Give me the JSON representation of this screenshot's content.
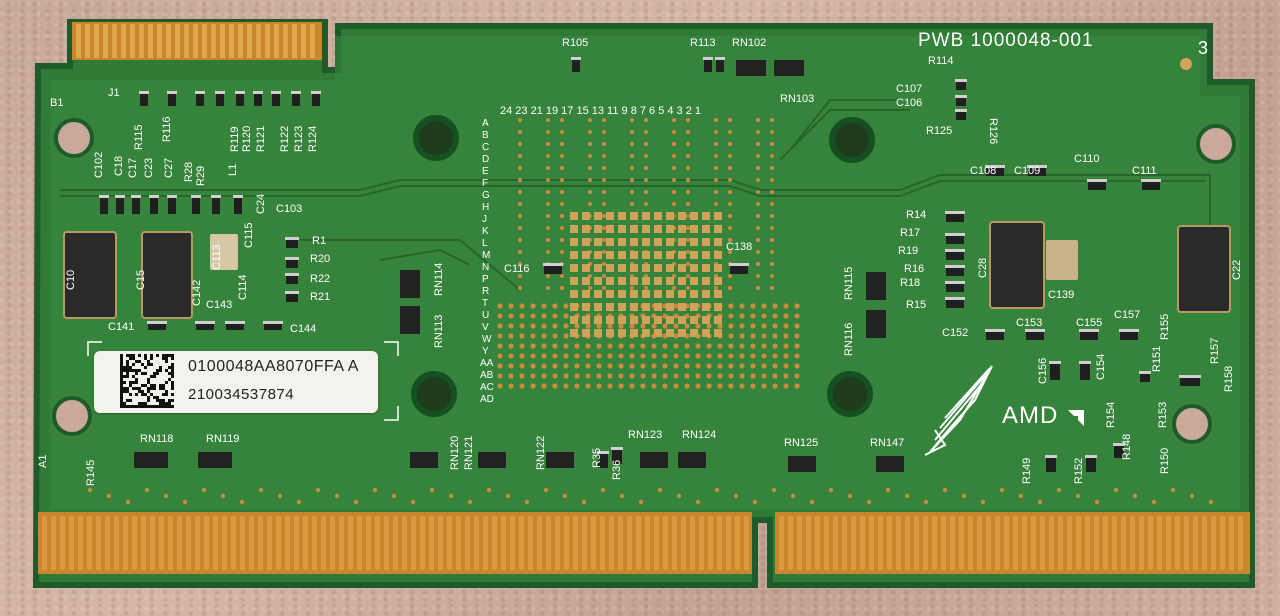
{
  "board": {
    "pwb_label": "PWB 1000048-001",
    "revision": "3",
    "logo_text": "AMD",
    "sticker_line1": "0100048AA8070FFA A",
    "sticker_line2": "210034537874",
    "colors": {
      "pcb": "#2f7a35",
      "pcb_light": "#3d8b40",
      "edge": "#1e5a2a",
      "gold": "#c9862e",
      "copper_pad": "#d0a25a"
    }
  },
  "silkscreen": [
    {
      "t": "R105"
    },
    {
      "t": "R113"
    },
    {
      "t": "RN102"
    },
    {
      "t": "RN103"
    },
    {
      "t": "R114"
    },
    {
      "t": "C107"
    },
    {
      "t": "C106"
    },
    {
      "t": "R126"
    },
    {
      "t": "R125"
    },
    {
      "t": "B1"
    },
    {
      "t": "J1"
    },
    {
      "t": "C102"
    },
    {
      "t": "C18"
    },
    {
      "t": "C17"
    },
    {
      "t": "C23"
    },
    {
      "t": "C27"
    },
    {
      "t": "R115"
    },
    {
      "t": "R116"
    },
    {
      "t": "R28"
    },
    {
      "t": "R29"
    },
    {
      "t": "L1"
    },
    {
      "t": "C24"
    },
    {
      "t": "R119"
    },
    {
      "t": "R120"
    },
    {
      "t": "R121"
    },
    {
      "t": "R122"
    },
    {
      "t": "R123"
    },
    {
      "t": "R124"
    },
    {
      "t": "C103"
    },
    {
      "t": "R1"
    },
    {
      "t": "R20"
    },
    {
      "t": "R22"
    },
    {
      "t": "R21"
    },
    {
      "t": "C10"
    },
    {
      "t": "C15"
    },
    {
      "t": "C113"
    },
    {
      "t": "C142"
    },
    {
      "t": "C143"
    },
    {
      "t": "C114"
    },
    {
      "t": "C115"
    },
    {
      "t": "C141"
    },
    {
      "t": "C144"
    },
    {
      "t": "RN114"
    },
    {
      "t": "RN113"
    },
    {
      "t": "C116"
    },
    {
      "t": "C138"
    },
    {
      "t": "RN115"
    },
    {
      "t": "RN116"
    },
    {
      "t": "C108"
    },
    {
      "t": "C109"
    },
    {
      "t": "C110"
    },
    {
      "t": "C111"
    },
    {
      "t": "R14"
    },
    {
      "t": "R17"
    },
    {
      "t": "R19"
    },
    {
      "t": "R16"
    },
    {
      "t": "R18"
    },
    {
      "t": "R15"
    },
    {
      "t": "C28"
    },
    {
      "t": "C139"
    },
    {
      "t": "C22"
    },
    {
      "t": "C152"
    },
    {
      "t": "C153"
    },
    {
      "t": "C155"
    },
    {
      "t": "C157"
    },
    {
      "t": "C156"
    },
    {
      "t": "C154"
    },
    {
      "t": "R155"
    },
    {
      "t": "R151"
    },
    {
      "t": "R157"
    },
    {
      "t": "R158"
    },
    {
      "t": "R154"
    },
    {
      "t": "R153"
    },
    {
      "t": "R148"
    },
    {
      "t": "R150"
    },
    {
      "t": "R149"
    },
    {
      "t": "R152"
    },
    {
      "t": "RN118"
    },
    {
      "t": "RN119"
    },
    {
      "t": "R145"
    },
    {
      "t": "A1"
    },
    {
      "t": "RN120"
    },
    {
      "t": "RN121"
    },
    {
      "t": "RN122"
    },
    {
      "t": "R35"
    },
    {
      "t": "R36"
    },
    {
      "t": "RN123"
    },
    {
      "t": "RN124"
    },
    {
      "t": "RN125"
    },
    {
      "t": "RN147"
    }
  ],
  "grid_columns": "24 23 21 19 17 15 13 11 9 8 7 6 5 4 3 2 1",
  "grid_rows": [
    "A",
    "B",
    "C",
    "D",
    "E",
    "F",
    "G",
    "H",
    "J",
    "K",
    "L",
    "M",
    "N",
    "P",
    "R",
    "T",
    "U",
    "V",
    "W",
    "Y",
    "AA",
    "AB",
    "AC",
    "AD"
  ]
}
